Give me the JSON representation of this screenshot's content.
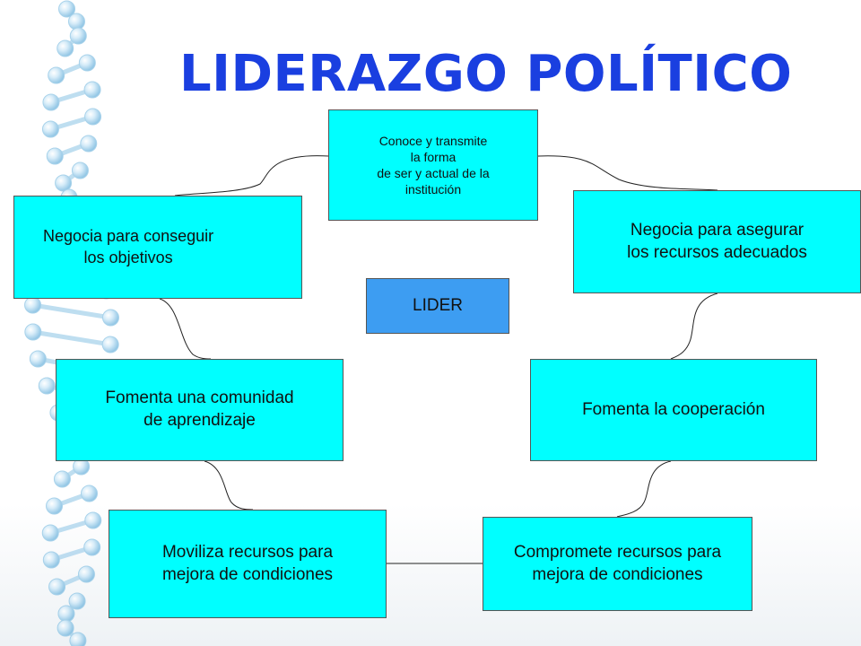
{
  "title": "LIDERAZGO POLÍTICO",
  "center": {
    "label": "LIDER"
  },
  "nodes": {
    "top": "Conoce y transmite\nla forma\nde ser y actual de la\ninstitución",
    "left_top": "Negocia para conseguir\nlos objetivos",
    "right_top": "Negocia para asegurar\nlos recursos adecuados",
    "left_mid": "Fomenta una comunidad\nde aprendizaje",
    "right_mid": "Fomenta la cooperación",
    "left_bottom": "Moviliza recursos para\nmejora de condiciones",
    "right_bottom": "Compromete recursos para\nmejora de condiciones"
  },
  "colors": {
    "box": "#00ffff",
    "center": "#3d9df2",
    "title": "#1a3fe0"
  },
  "decoration": "dna-helix-icon"
}
